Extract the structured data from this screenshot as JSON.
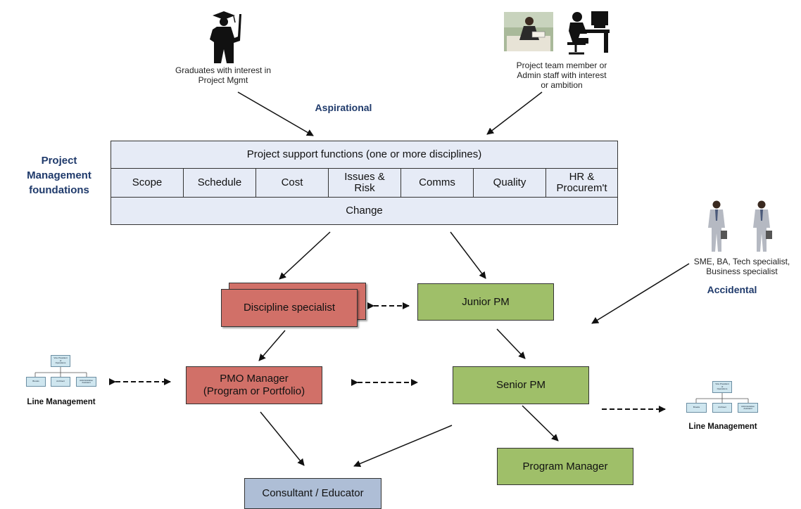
{
  "aspirational": {
    "heading": "Aspirational",
    "graduates_caption": [
      "Graduates with interest in",
      "Project Mgmt"
    ],
    "team_member_caption": [
      "Project team member or",
      "Admin staff with interest",
      "or ambition"
    ]
  },
  "foundations": {
    "label": [
      "Project",
      "Management",
      "foundations"
    ],
    "header": "Project support functions (one or more disciplines)",
    "disciplines": [
      {
        "label": [
          "Scope"
        ]
      },
      {
        "label": [
          "Schedule"
        ]
      },
      {
        "label": [
          "Cost"
        ]
      },
      {
        "label": [
          "Issues &",
          "Risk"
        ]
      },
      {
        "label": [
          "Comms"
        ]
      },
      {
        "label": [
          "Quality"
        ]
      },
      {
        "label": [
          "HR &",
          "Procurem't"
        ]
      }
    ],
    "footer": "Change"
  },
  "accidental": {
    "heading": "Accidental",
    "caption": [
      "SME, BA, Tech specialist,",
      "Business specialist"
    ]
  },
  "roles": {
    "discipline_specialist": "Discipline specialist",
    "junior_pm": "Junior PM",
    "pmo_manager": [
      "PMO Manager",
      "(Program or Portfolio)"
    ],
    "senior_pm": "Senior PM",
    "program_manager": "Program Manager",
    "consultant_educator": "Consultant / Educator"
  },
  "line_management": {
    "left_label": "Line Management",
    "right_label": "Line Management",
    "org_top": [
      "Vice President",
      "of",
      "Operations"
    ],
    "org_children": [
      [
        "Brooks"
      ],
      [
        "Architect"
      ],
      [
        "Administrative",
        "Assistant"
      ]
    ]
  },
  "colors": {
    "panel_fill": "#e6ebf6",
    "heading_blue": "#1f3a6b",
    "specialist_red": "#d17068",
    "pm_green": "#9fbf69",
    "consultant_blue": "#aebed6"
  }
}
